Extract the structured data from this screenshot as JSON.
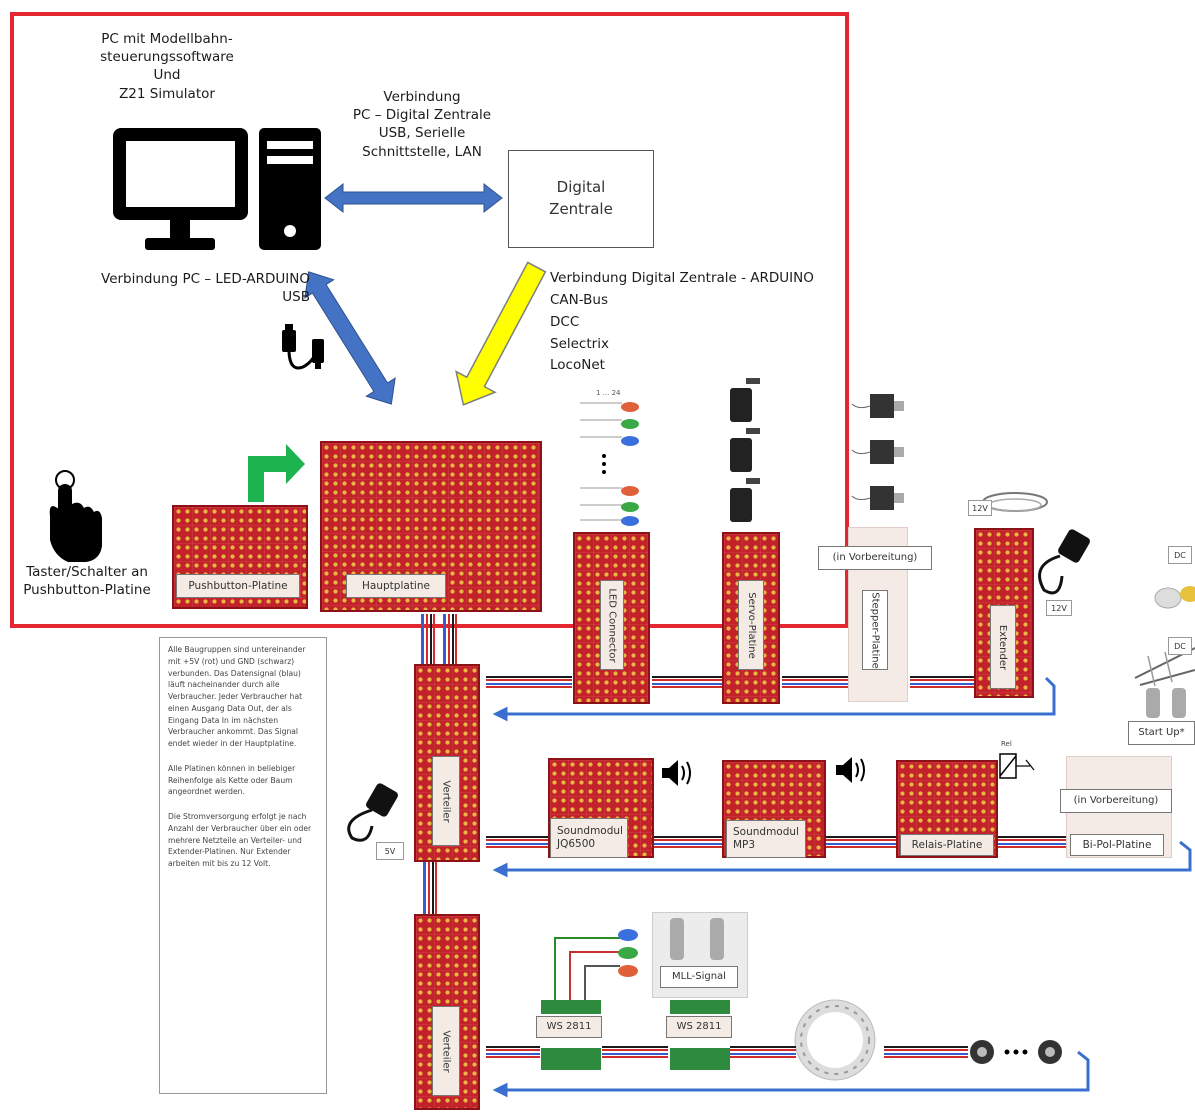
{
  "pc": {
    "title_lines": [
      "PC mit Modellbahn-",
      "steuerungssoftware",
      "Und",
      "Z21 Simulator"
    ]
  },
  "connections": {
    "pc_digital": [
      "Verbindung",
      "PC – Digital Zentrale",
      "USB, Serielle",
      "Schnittstelle, LAN"
    ],
    "pc_arduino": [
      "Verbindung PC – LED-ARDUINO",
      "USB"
    ],
    "digital_arduino": [
      "Verbindung Digital Zentrale - ARDUINO",
      "CAN-Bus",
      "DCC",
      "Selectrix",
      "LocoNet"
    ]
  },
  "digital_zentrale": [
    "Digital",
    "Zentrale"
  ],
  "taster": [
    "Taster/Schalter an",
    "Pushbutton-Platine"
  ],
  "boards": {
    "pushbutton": "Pushbutton-Platine",
    "hauptplatine": "Hauptplatine",
    "led_connector": "LED Connector",
    "servo": "Servo-Platine",
    "stepper": "Stepper-Platine",
    "stepper_note": "(in Vorbereitung)",
    "extender": "Extender",
    "verteiler_1": "Verteiler",
    "verteiler_2": "Verteiler",
    "sound_jq": [
      "Soundmodul",
      "JQ6500"
    ],
    "sound_mp3": [
      "Soundmodul",
      "MP3"
    ],
    "relais": "Relais-Platine",
    "bipol": "Bi-Pol-Platine",
    "bipol_note": "(in Vorbereitung)",
    "ws2811_1": "WS 2811",
    "ws2811_2": "WS 2811",
    "mll_signal": "MLL-Signal",
    "startup": "Start Up*"
  },
  "small_labels": {
    "led_range": "1 ... 24",
    "v12_top": "12V",
    "v12_side": "12V",
    "v5": "5V",
    "dc_1": "DC",
    "dc_2": "DC",
    "relay_sym": "Rel"
  },
  "info_text": [
    "Alle Baugruppen sind untereinander mit +5V (rot) und GND (schwarz) verbunden. Das Datensignal (blau) läuft nacheinander durch alle Verbraucher. Jeder Verbraucher hat einen Ausgang Data Out, der als Eingang Data In im nächsten Verbraucher ankommt. Das Signal endet wieder in der Hauptplatine.",
    "Alle Platinen können in beliebiger Reihenfolge als Kette oder Baum angeordnet werden.",
    "Die Stromversorgung erfolgt je nach Anzahl der Verbraucher über ein oder mehrere Netzteile an Verteiler- und Extender-Platinen. Nur Extender arbeiten mit bis zu 12 Volt."
  ],
  "colors": {
    "frame_red": "#e3262f",
    "arrow_blue": "#4472c4",
    "arrow_yellow": "#ffff00",
    "arrow_green": "#1db34f",
    "pcb_red": "#c4222a",
    "wire_blue": "#3a5bd0",
    "wire_red": "#d12c2c",
    "wire_black": "#1a1a1a"
  },
  "icons": [
    "desktop-pc-icon",
    "usb-cable-icon",
    "pointing-hand-icon",
    "speaker-icon",
    "servo-motor-icon",
    "stepper-motor-icon",
    "power-adapter-icon",
    "led-icon",
    "relay-icon",
    "neopixel-ring-icon"
  ]
}
